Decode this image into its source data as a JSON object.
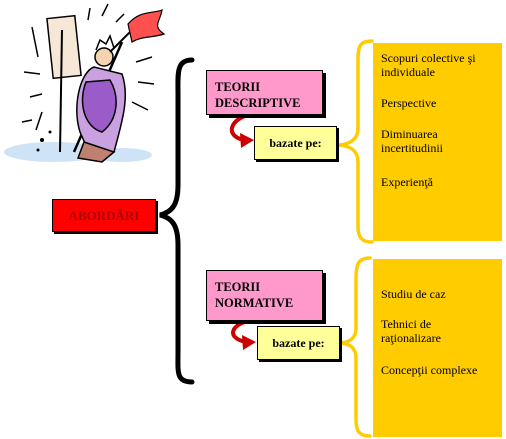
{
  "main": {
    "label": "ABORDĂRI"
  },
  "branches": [
    {
      "theory_label": "TEORII DESCRIPTIVE",
      "based_label": "bazate pe:",
      "items": [
        "Scopuri colective şi individuale",
        "Perspective",
        "Diminuarea incertitudinii",
        "Experienţă"
      ]
    },
    {
      "theory_label": "TEORII NORMATIVE",
      "based_label": "bazate pe:",
      "items": [
        "Studiu de caz",
        "Tehnici de raţionalizare",
        "Concepţii complexe"
      ]
    }
  ],
  "colors": {
    "main_box": "#ff0000",
    "theory_box": "#ff99cc",
    "based_box": "#ffff99",
    "list_box": "#ffcc00",
    "curved_arrow": "#cc0000"
  },
  "icons": [
    "victory-figure-clipart-icon",
    "curved-arrow-icon"
  ]
}
